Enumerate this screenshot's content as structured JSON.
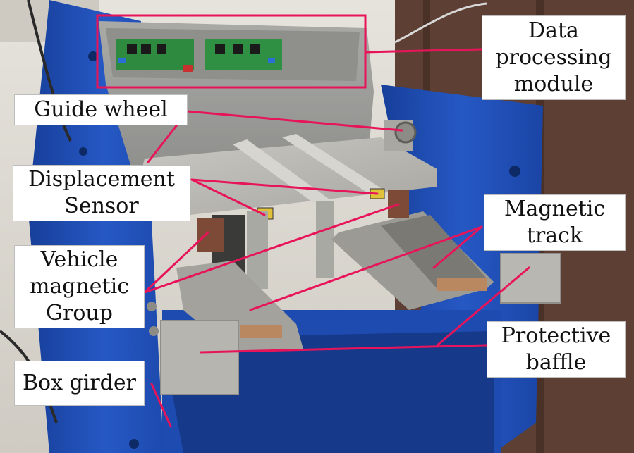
{
  "labels": {
    "data_processing": [
      "Data",
      "processing",
      "module"
    ],
    "guide_wheel": "Guide wheel",
    "displacement_sensor": [
      "Displacement",
      "Sensor"
    ],
    "magnetic_track": [
      "Magnetic",
      "track"
    ],
    "vehicle_magnetic_group": [
      "Vehicle",
      "magnetic",
      "Group"
    ],
    "protective_baffle": [
      "Protective",
      "baffle"
    ],
    "box_girder": "Box girder"
  },
  "colors": {
    "leader_line": "#e8145a",
    "frame_blue": "#1f4fb8",
    "aluminum": "#b9b8b2",
    "background_wall": "#6b4a3a",
    "floor": "#d9d6cf"
  }
}
